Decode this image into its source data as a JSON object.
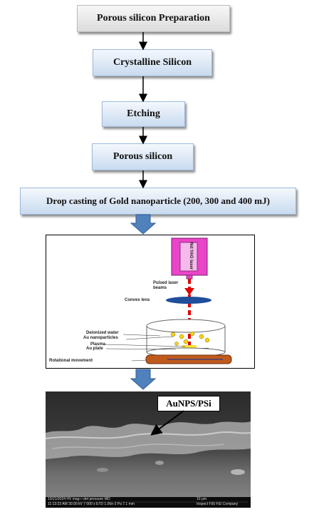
{
  "flow": {
    "step1": "Porous silicon Preparation",
    "step2": "Crystalline Silicon",
    "step3": "Etching",
    "step4": "Porous silicon",
    "step5": "Drop casting of Gold nanoparticle (200, 300 and 400 mJ)"
  },
  "setup": {
    "laser": "Nd:YAG laser",
    "pulsed_beams": "Pulsed laser beams",
    "convex_lens": "Convex lens",
    "deionized_water": "Deionized water",
    "au_nanoparticles": "Au nanoparticles",
    "plasma": "Plasma",
    "au_plate": "Au plate",
    "rotational": "Rotational movement"
  },
  "sem": {
    "label": "AuNPS/PSi",
    "footer_left": "10/21/2024   HV    mag □   det  pressure   WD",
    "footer_left2": "11:13:23 AM 30.00 kV 7 000 x ETD 1.00e-3 Pa 7.1 mm",
    "scale": "10 μm",
    "footer_right": "Inspect F50 FEI Company"
  },
  "colors": {
    "laser_body": "#e845c8",
    "beam": "#e00000",
    "lens": "#1f4e9a",
    "rotator": "#c05a1c",
    "down_arrow": "#4f81bd"
  }
}
